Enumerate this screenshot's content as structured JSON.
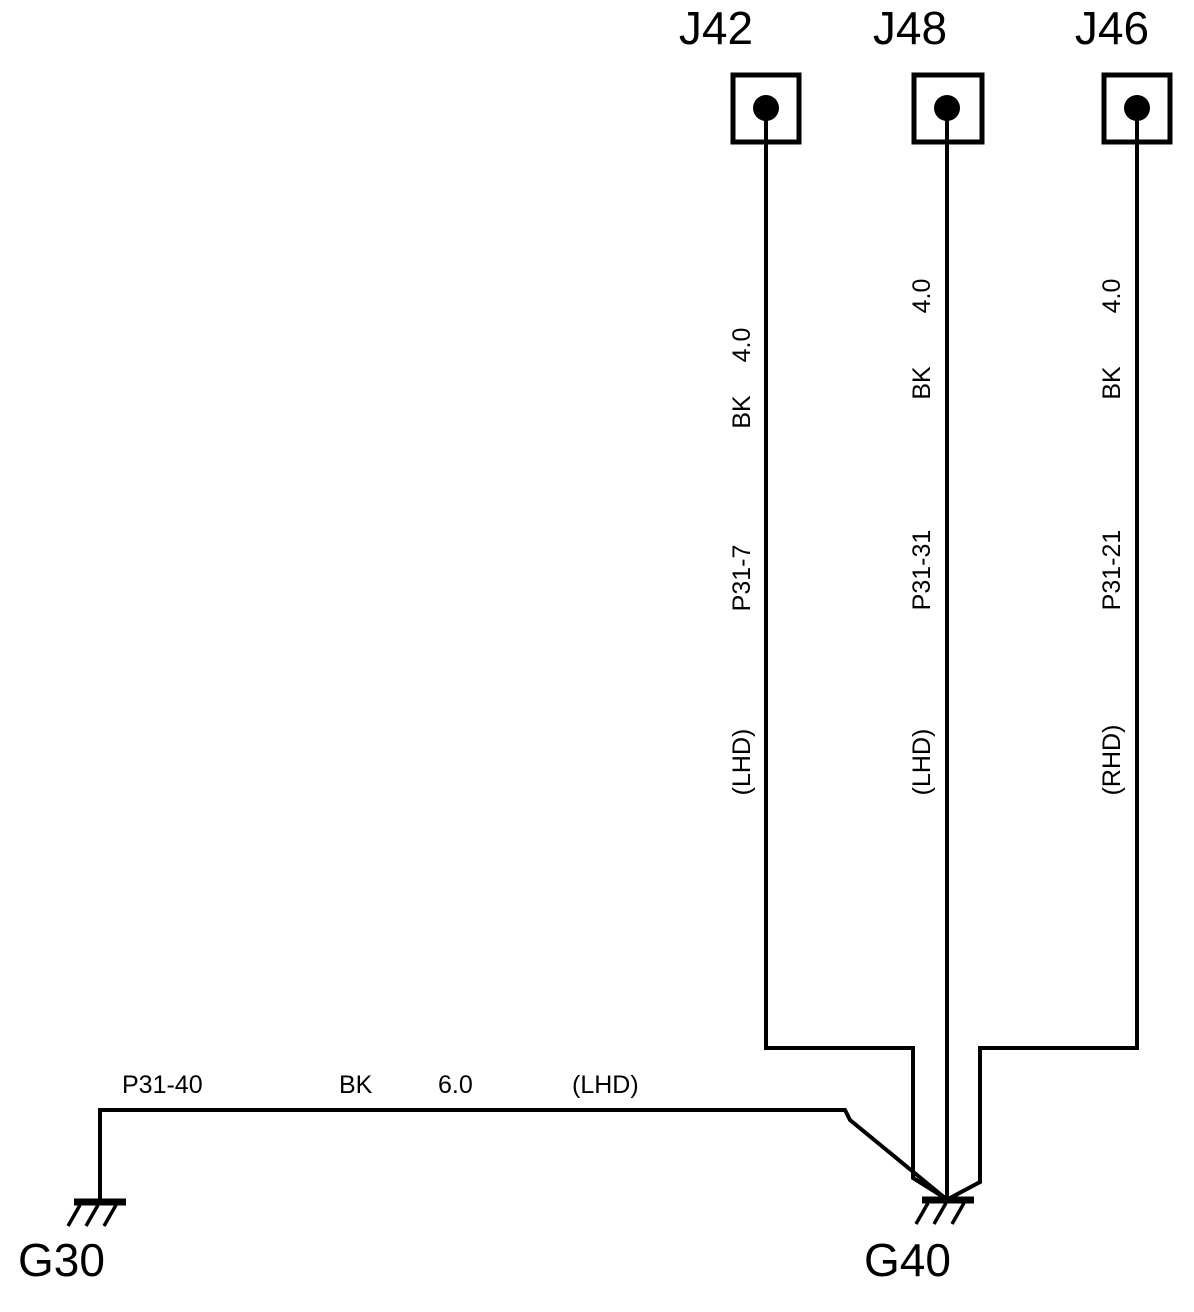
{
  "connectors": [
    {
      "id": "j42",
      "label": "J42"
    },
    {
      "id": "j48",
      "label": "J48"
    },
    {
      "id": "j46",
      "label": "J46"
    }
  ],
  "vertical_wires": [
    {
      "id": "j42",
      "size": "4.0",
      "color": "BK",
      "circuit": "P31-7",
      "option": "(LHD)"
    },
    {
      "id": "j48",
      "size": "4.0",
      "color": "BK",
      "circuit": "P31-31",
      "option": "(LHD)"
    },
    {
      "id": "j46",
      "size": "4.0",
      "color": "BK",
      "circuit": "P31-21",
      "option": "(RHD)"
    }
  ],
  "ground_wire": {
    "circuit": "P31-40",
    "color": "BK",
    "size": "6.0",
    "option": "(LHD)"
  },
  "grounds": [
    {
      "id": "g30",
      "label": "G30"
    },
    {
      "id": "g40",
      "label": "G40"
    }
  ]
}
